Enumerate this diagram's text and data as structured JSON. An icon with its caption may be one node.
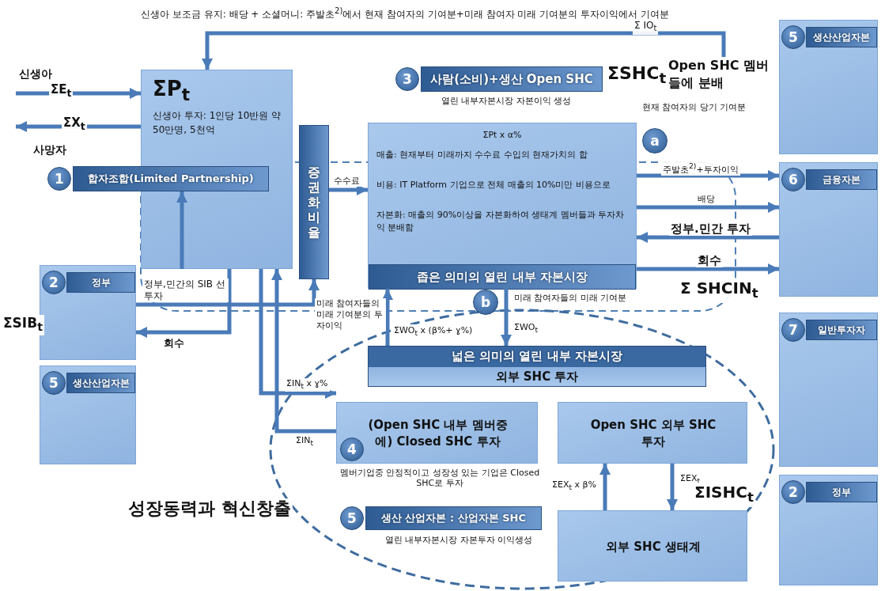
{
  "diagram": {
    "nodes": [
      {
        "text": [
          "ΣP$_{t}$",
          "신생아 투자: 1인당 10반원 약 50만명, 5천억"
        ]
      },
      {
        "text": [
          "1",
          "합자조합(Limited Partnership)"
        ]
      },
      {
        "text": [
          "증권화 비율"
        ]
      },
      {
        "text": [
          "3",
          "사람(소비)+생산 Open SHC"
        ],
        "beside": [
          "열린 내부자본시장 자본이익 생성"
        ]
      },
      {
        "text": [
          "Open SHC 멤버들에 분배"
        ]
      },
      {
        "text": [
          "5",
          "생산산업자본"
        ]
      },
      {
        "text": [
          "ΣPt x α%",
          "매출: 현재부터 미래까지 수수료 수입의 현재가치의 합",
          "비용: IT Platform 기업으로 전체 매출의 10%미만 비용으로",
          "자본화: 매출의 90%이상을 자본화하여 생태계 멤버들과 투자차익 분배함",
          "좁은 의미의 열린 내부 자본시장"
        ]
      },
      {
        "text": [
          "a"
        ]
      },
      {
        "text": [
          "6",
          "금융자본"
        ]
      },
      {
        "text": [
          "2",
          "정부"
        ]
      },
      {
        "text": [
          "7",
          "일반투자자"
        ]
      },
      {
        "text": [
          "b"
        ]
      },
      {
        "text": [
          "넓은 의미의 열린 내부 자본시장",
          "외부 SHC 투자"
        ]
      },
      {
        "text": [
          "5",
          "생산산업자본"
        ]
      },
      {
        "text": [
          "4",
          "(Open SHC 내부 멤버중에) Closed SHC 투자"
        ],
        "beside": [
          "멤버기업중 안정적이고 성장성 있는 기업은 Closed SHC로 투자"
        ]
      },
      {
        "text": [
          "Open SHC 외부 SHC 투자"
        ]
      },
      {
        "text": [
          "2",
          "정부"
        ]
      },
      {
        "text": [
          "5",
          "생산 산업자본 : 산업자본 SHC"
        ],
        "beside": [
          "열린 내부자본시장 자본투자 이익생성"
        ]
      },
      {
        "text": [
          "외부 SHC 생태계"
        ]
      }
    ],
    "edges": [
      {
        "from": 4,
        "to": 0,
        "arrow": "to",
        "label": "신생아 보조금 유지: 배당 + 소셜머니: 주발초$^{2)}$에서 현재 참여자의 기여분+미래 참여자 미래 기여분의 투자이익에서 기여분"
      },
      {
        "from": null,
        "to": 0,
        "arrow": "to",
        "label": "ΣE$_{t}$"
      },
      {
        "from": 0,
        "to": null,
        "arrow": "to",
        "label": "ΣX$_{t}$"
      },
      {
        "from": 0,
        "to": 1,
        "arrow": "to"
      },
      {
        "from": 9,
        "to": 2,
        "arrow": "to",
        "label": "정부,민간의 SIB 선 투자"
      },
      {
        "from": 0,
        "to": 9,
        "arrow": "to",
        "label": "회수"
      },
      {
        "from": 2,
        "to": 6,
        "arrow": "to",
        "label": "수수료"
      },
      {
        "from": 6,
        "to": 8,
        "arrow": "to",
        "label": "주발초$^{2)}$+투자이익"
      },
      {
        "from": 6,
        "to": 8,
        "arrow": "to",
        "label": "배당"
      },
      {
        "from": 8,
        "to": 6,
        "arrow": "to",
        "label": "정부.민간 투자"
      },
      {
        "from": 6,
        "to": 8,
        "arrow": "to",
        "label": "회수"
      },
      {
        "from": 12,
        "to": 6,
        "arrow": "to",
        "label": "미래 참여자들의 미래 기여분의 투자이익"
      },
      {
        "from": 6,
        "to": 12,
        "arrow": "to",
        "label": "미래 참여자들의 미래 기여분"
      },
      {
        "from": 0,
        "to": 14,
        "arrow": "to",
        "label": "ΣIN$_{t}$ x ɣ%"
      },
      {
        "from": 14,
        "to": 0,
        "arrow": "to",
        "label": "ΣIN$_{t}$"
      },
      {
        "from": 18,
        "to": 15,
        "arrow": "to",
        "label": "ΣEX$_{t}$ x β%"
      },
      {
        "from": 15,
        "to": 18,
        "arrow": "to",
        "label": "ΣEX$_{t}$"
      }
    ],
    "labels": [
      "Σ IO$_{t}$",
      "신생아",
      "ΣSHC$_{t}$",
      "현재 참여자의 당기 기여분",
      "사망자",
      "ΣSIB$_{t}$",
      "Σ SHCIN$_{t}$",
      "ΣWO$_{t}$ x (β%+ ɣ%)",
      "ΣWO$_{t}$",
      "성장동력과 혁신창출",
      "ΣISHC$_{t}$"
    ]
  }
}
